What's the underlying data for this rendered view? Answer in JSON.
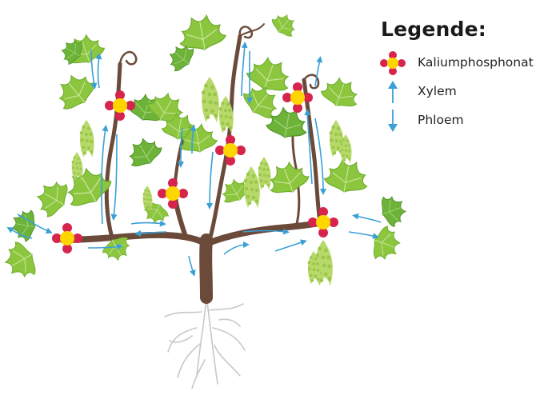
{
  "legend": {
    "title": "Legende:",
    "items": [
      {
        "key": "kalium",
        "label": "Kaliumphosphonat",
        "icon": "molecule-icon"
      },
      {
        "key": "xylem",
        "label": "Xylem",
        "icon": "arrow-up-icon"
      },
      {
        "key": "phloem",
        "label": "Phloem",
        "icon": "arrow-down-icon"
      }
    ]
  },
  "colors": {
    "trunk": "#6b4a3a",
    "root": "#c8c8c8",
    "leaf": "#8cc63f",
    "leaf_dark": "#5fa12e",
    "arrow": "#3aa0d6",
    "molecule_outer": "#d6244d",
    "molecule_center": "#ffd500"
  }
}
